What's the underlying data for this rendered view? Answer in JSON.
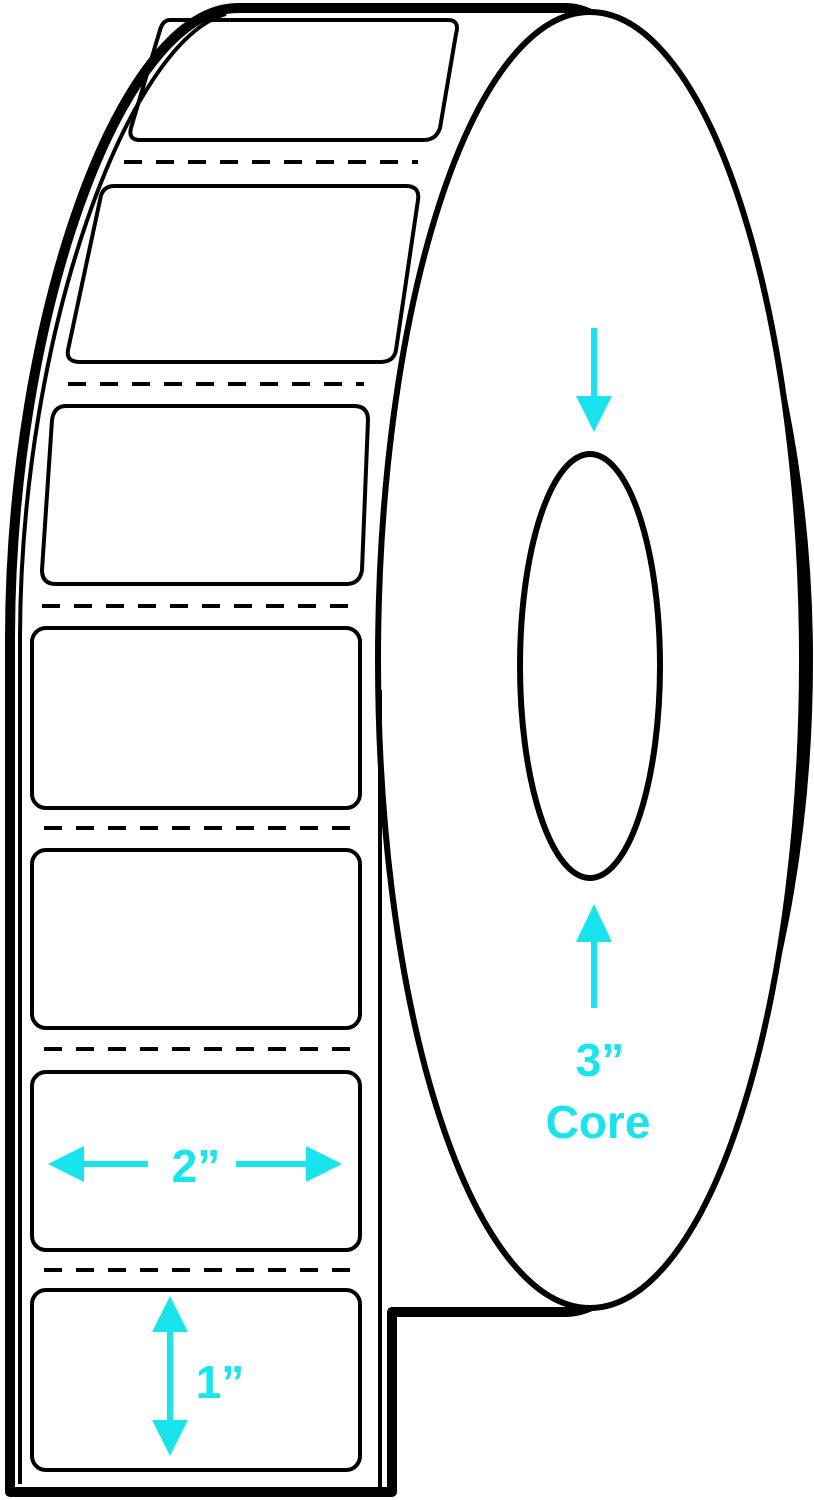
{
  "colors": {
    "outline": "#000000",
    "paper": "#ffffff",
    "dimension": "#19e4ee"
  },
  "dimensions": {
    "width_label": "2”",
    "height_label": "1”",
    "core_size": "3”",
    "core_word": "Core"
  },
  "labels": {
    "visible_count": 7,
    "perforation_lines": 6
  }
}
